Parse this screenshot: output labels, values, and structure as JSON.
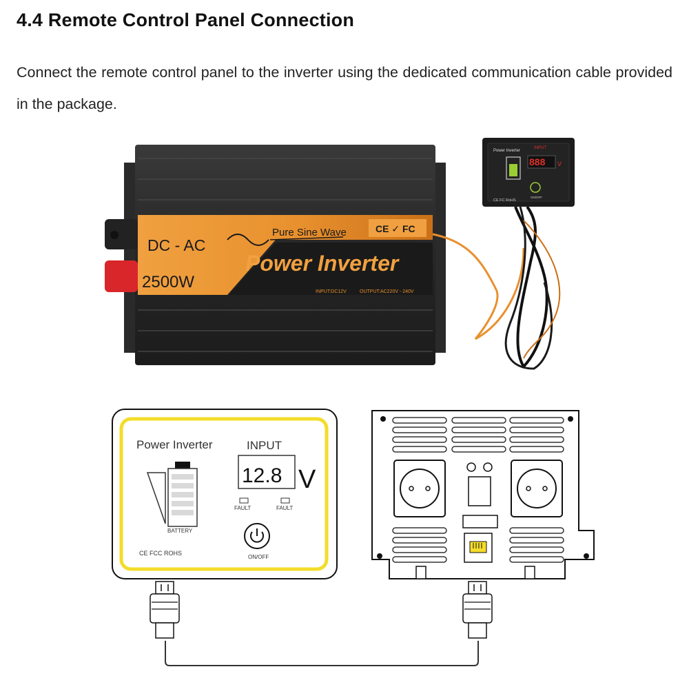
{
  "section": {
    "heading": "4.4 Remote Control Panel Connection",
    "paragraph": "Connect the remote control panel to the inverter using the dedicated communication cable provided in the package."
  },
  "photo": {
    "inverter": {
      "dc_ac": "DC - AC",
      "pure_sine_wave": "Pure Sine Wave",
      "title": "Power Inverter",
      "wattage": "2500W",
      "cert_marks": "CE ✓ FC",
      "input_spec": "INPUT:DC12V",
      "output_spec": "OUTPUT:AC220V - 240V"
    },
    "remote": {
      "title": "Power Inverter",
      "input_label": "INPUT",
      "display": "888",
      "unit": "V",
      "power_label": "ON/OFF",
      "cert_marks": "CE FC RoHS"
    }
  },
  "diagram": {
    "panel": {
      "title": "Power Inverter",
      "input_label": "INPUT",
      "voltage": "12.8",
      "unit": "V",
      "fault_left": "FAULT",
      "fault_right": "FAULT",
      "battery_label": "BATTERY",
      "onoff_label": "ON/OFF",
      "certs": "CE  FCC  ROHS"
    }
  },
  "colors": {
    "accent_orange": "#e8902e",
    "panel_yellow": "#f4dc2a",
    "inverter_body": "#2b2b2b",
    "terminal_red": "#d8262a",
    "display_red": "#e0302a"
  }
}
